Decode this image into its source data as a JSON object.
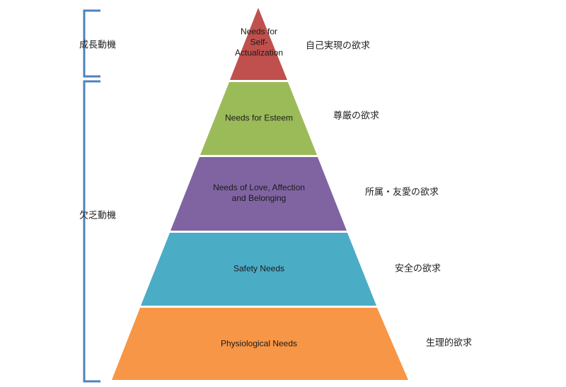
{
  "title": "Maslow's hierarchy of needs",
  "brackets": [
    {
      "label": "成長動機",
      "color": "#4f81bd"
    },
    {
      "label": "欠乏動機",
      "color": "#4f81bd"
    }
  ],
  "layers": [
    {
      "label_lines": [
        "Needs for",
        "Self-",
        "Actualization"
      ],
      "jp": "自己実現の欲求",
      "color": "#c0504d"
    },
    {
      "label_lines": [
        "Needs for Esteem"
      ],
      "jp": "尊厳の欲求",
      "color": "#9bbb59"
    },
    {
      "label_lines": [
        "Needs of Love, Affection",
        "and Belonging"
      ],
      "jp": "所属・友愛の欲求",
      "color": "#8064a2"
    },
    {
      "label_lines": [
        "Safety Needs"
      ],
      "jp": "安全の欲求",
      "color": "#4bacc6"
    },
    {
      "label_lines": [
        "Physiological Needs"
      ],
      "jp": "生理的欲求",
      "color": "#f79646"
    }
  ]
}
